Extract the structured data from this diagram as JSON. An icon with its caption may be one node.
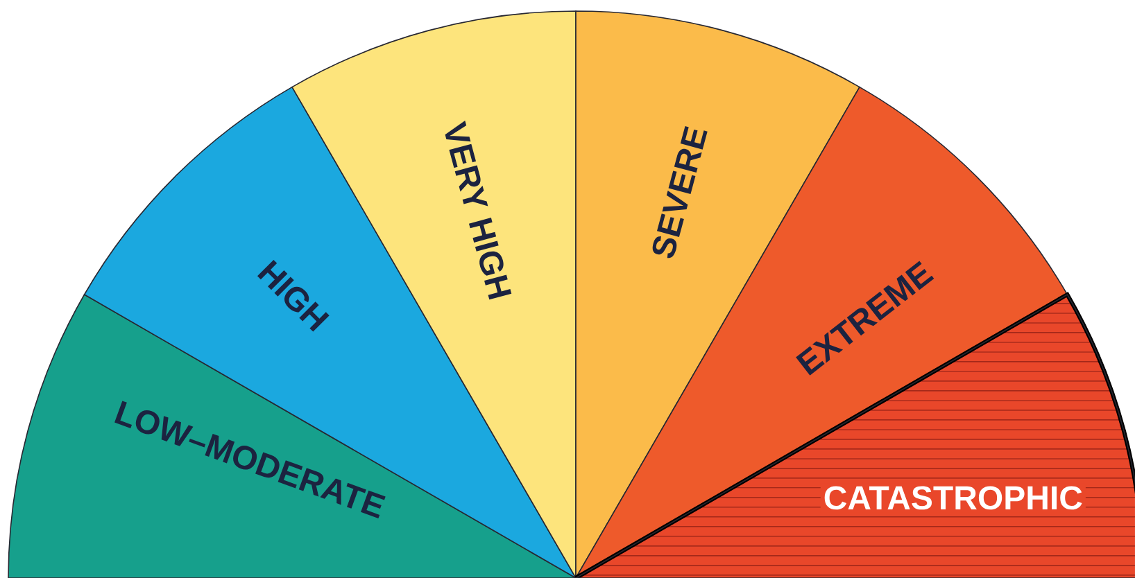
{
  "diagram": {
    "nodes": [
      {
        "text": [
          "LOW–MODERATE"
        ]
      },
      {
        "text": [
          "HIGH"
        ]
      },
      {
        "text": [
          "VERY HIGH"
        ]
      },
      {
        "text": [
          "SEVERE"
        ]
      },
      {
        "text": [
          "EXTREME"
        ]
      },
      {
        "text": [
          "CATASTROPHIC"
        ]
      }
    ]
  }
}
